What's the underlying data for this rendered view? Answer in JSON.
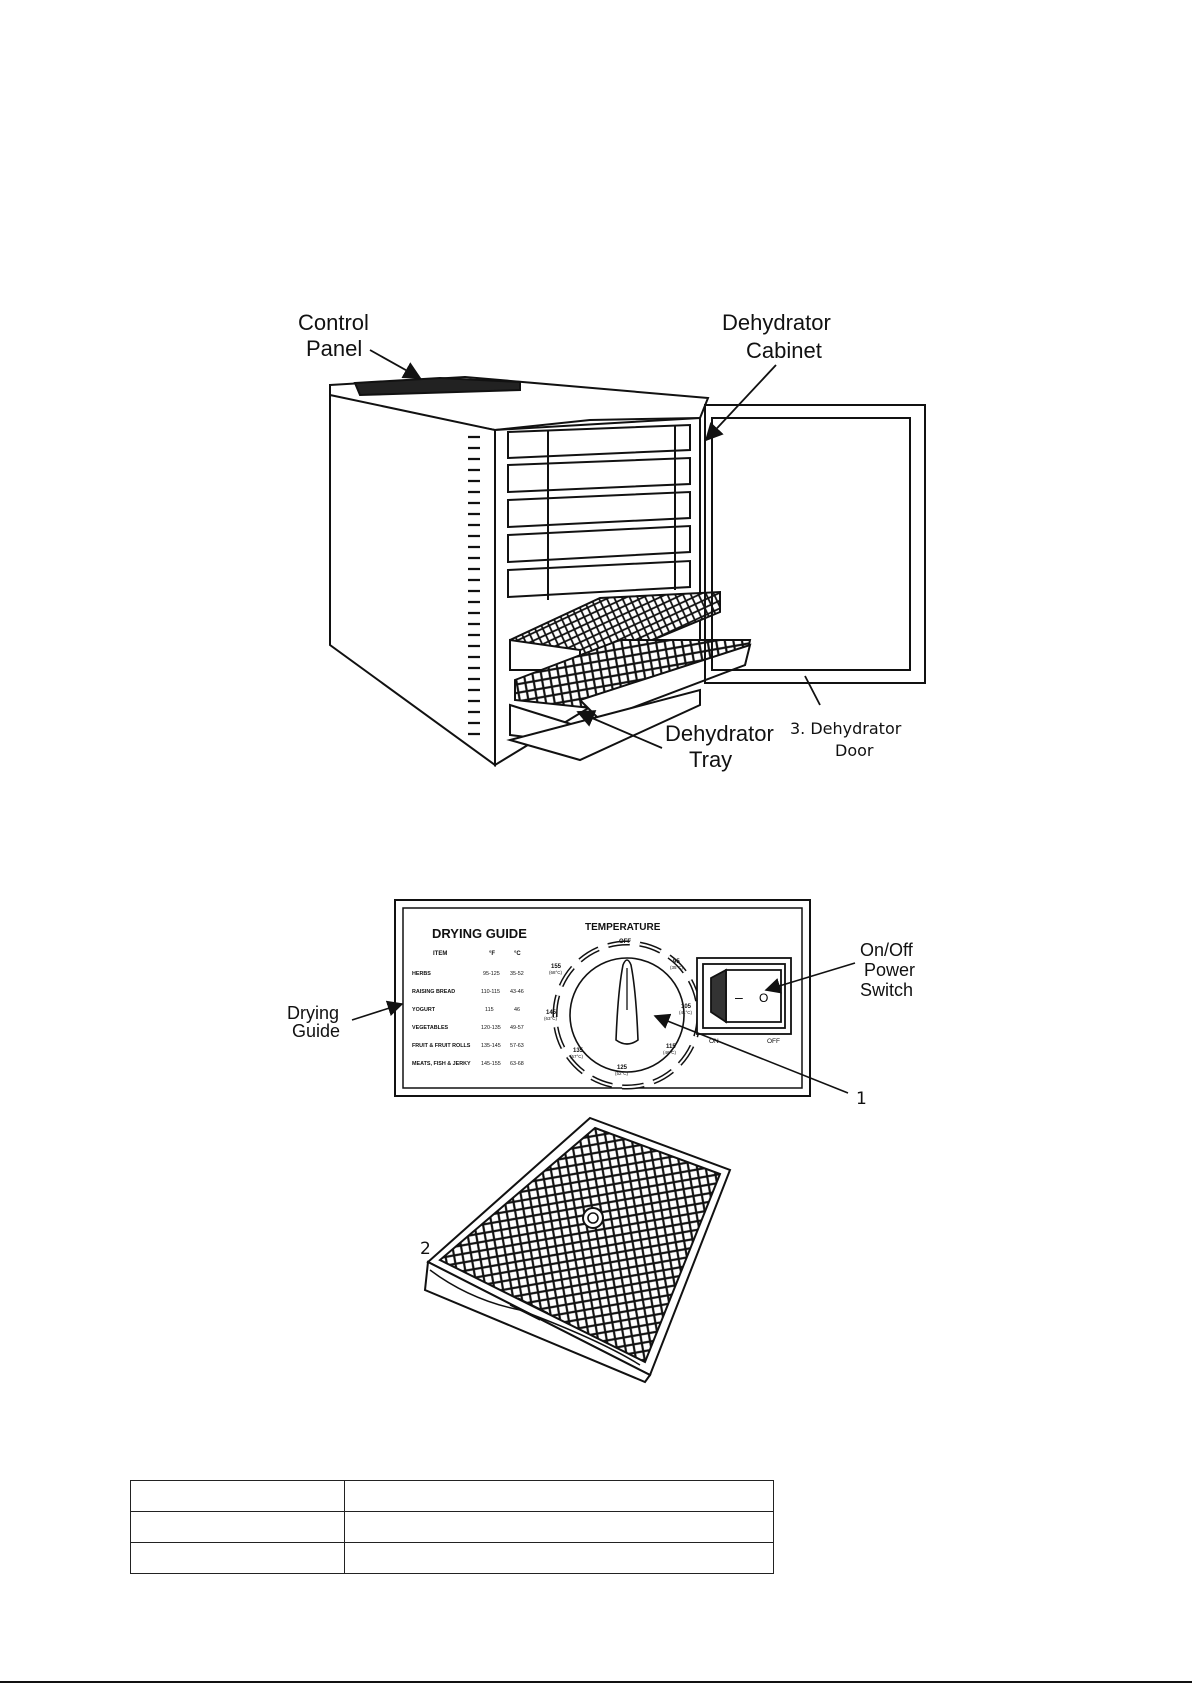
{
  "labels": {
    "control_panel": [
      "Control",
      "Panel"
    ],
    "dehydrator_cabinet": [
      "Dehydrator",
      "Cabinet"
    ],
    "dehydrator_tray": [
      "Dehydrator",
      "Tray"
    ],
    "dehydrator_door": [
      "3.  Dehydrator",
      "Door"
    ],
    "drying_guide": [
      "Drying",
      "Guide"
    ],
    "power_switch": [
      "On/Off",
      "Power",
      "Switch"
    ],
    "callout_1": "1",
    "callout_2": "2"
  },
  "control_panel": {
    "guide_title": "DRYING GUIDE",
    "columns": [
      "ITEM",
      "°F",
      "°C"
    ],
    "rows": [
      {
        "item": "HERBS",
        "f": "95-125",
        "c": "35-52"
      },
      {
        "item": "RAISING BREAD",
        "f": "110-115",
        "c": "43-46"
      },
      {
        "item": "YOGURT",
        "f": "115",
        "c": "46"
      },
      {
        "item": "VEGETABLES",
        "f": "120-135",
        "c": "49-57"
      },
      {
        "item": "FRUIT & FRUIT ROLLS",
        "f": "135-145",
        "c": "57-63"
      },
      {
        "item": "MEATS, FISH & JERKY",
        "f": "145-155",
        "c": "63-68"
      }
    ],
    "temperature_title": "TEMPERATURE",
    "dial": {
      "off": "OFF",
      "marks": [
        {
          "f": "95",
          "c": "(35°C)"
        },
        {
          "f": "105",
          "c": "(41°C)"
        },
        {
          "f": "115",
          "c": "(46°C)"
        },
        {
          "f": "125",
          "c": "(52°C)"
        },
        {
          "f": "135",
          "c": "(57°C)"
        },
        {
          "f": "145",
          "c": "(63°C)"
        },
        {
          "f": "155",
          "c": "(68°C)"
        }
      ]
    },
    "switch": {
      "on": "ON",
      "off": "OFF",
      "dash": "–",
      "circle": "O"
    }
  },
  "table": {
    "rows": [
      [
        "",
        ""
      ],
      [
        "",
        ""
      ],
      [
        "",
        ""
      ]
    ]
  }
}
